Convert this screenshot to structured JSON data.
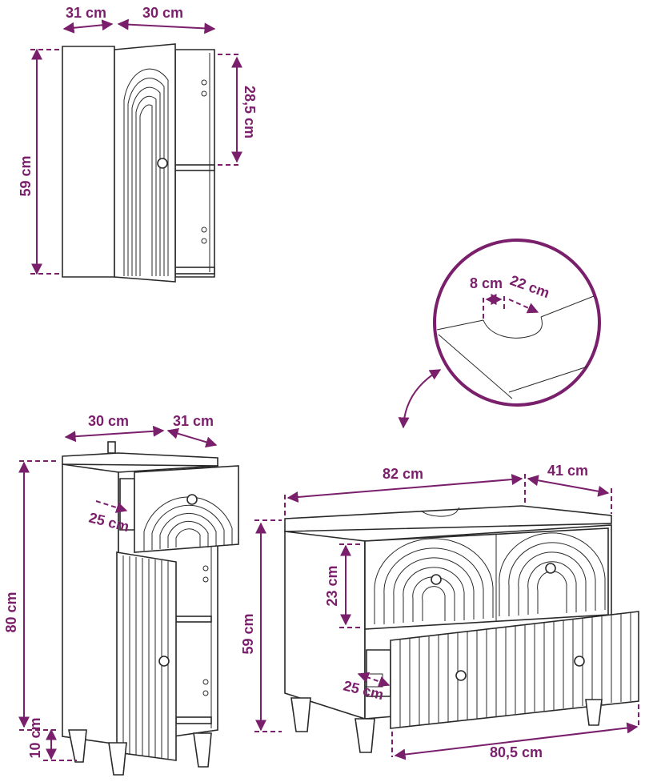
{
  "dimensions": {
    "wall_depth": "31 cm",
    "wall_width": "30 cm",
    "wall_height": "59 cm",
    "wall_shelf_height": "28,5 cm",
    "tall_width": "30 cm",
    "tall_depth": "31 cm",
    "tall_drawer_depth": "25 cm",
    "tall_height": "80 cm",
    "tall_leg_height": "10 cm",
    "detail_cutout_width": "8 cm",
    "detail_cutout_depth": "22 cm",
    "vanity_width": "82 cm",
    "vanity_depth": "41 cm",
    "vanity_drawer_height": "23 cm",
    "vanity_height": "59 cm",
    "vanity_drawer_depth": "25 cm",
    "vanity_drawer_width": "80,5 cm"
  },
  "colors": {
    "accent": "#7a1f6b",
    "line": "#2a2a2a",
    "background": "#ffffff"
  }
}
